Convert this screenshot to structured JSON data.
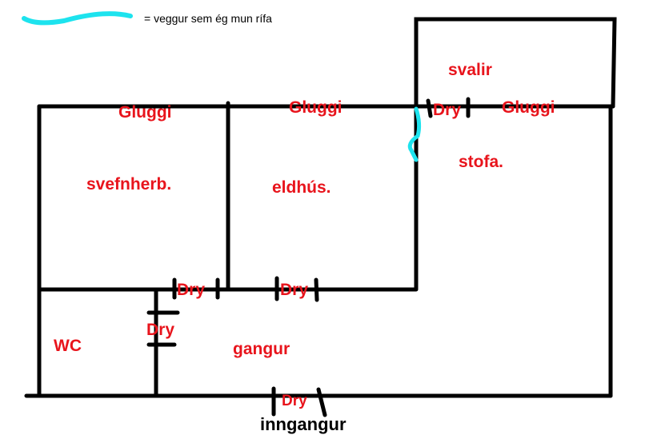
{
  "legend": {
    "text": "= veggur sem ég mun rífa",
    "stroke_color": "#1de3ee"
  },
  "colors": {
    "wall": "#000000",
    "label": "#e8141c",
    "demolish_wall": "#1de3ee",
    "background": "#ffffff"
  },
  "rooms": {
    "svalir": "svalir",
    "stofa": "stofa.",
    "svefnherb": "svefnherb.",
    "eldhus": "eldhús.",
    "wc": "WC",
    "gangur": "gangur"
  },
  "windows": {
    "svefnherb": "Gluggi",
    "eldhus": "Gluggi",
    "stofa": "Gluggi"
  },
  "doors": {
    "svalir": "Dry",
    "svefnherb": "Dry",
    "eldhus": "Dry",
    "wc": "Dry",
    "inngangur": "Dry"
  },
  "entrance": {
    "label": "inngangur"
  }
}
